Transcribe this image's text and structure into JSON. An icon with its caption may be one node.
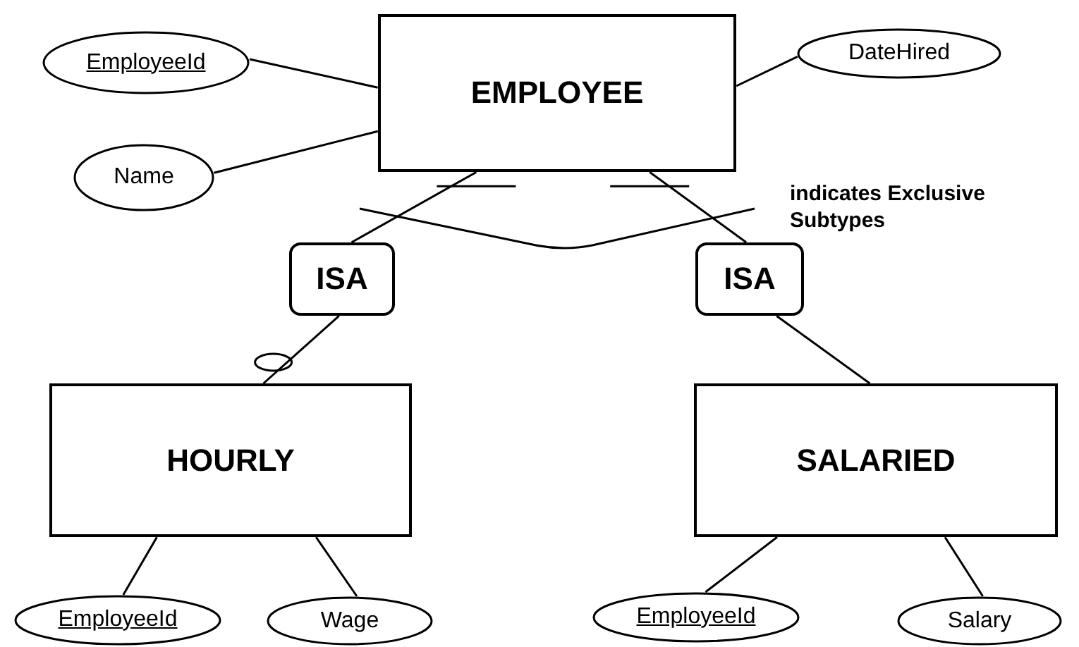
{
  "diagram": {
    "nodes": [
      {
        "text": [
          "EMPLOYEE"
        ]
      },
      {
        "text": [
          "EmployeeId"
        ]
      },
      {
        "text": [
          "DateHired"
        ]
      },
      {
        "text": [
          "Name"
        ]
      },
      {
        "text": [
          "ISA"
        ]
      },
      {
        "text": [
          "ISA"
        ]
      },
      {
        "text": [
          "HOURLY"
        ]
      },
      {
        "text": [
          "SALARIED"
        ]
      },
      {
        "text": [
          "EmployeeId"
        ]
      },
      {
        "text": [
          "Wage"
        ]
      },
      {
        "text": [
          "EmployeeId"
        ]
      },
      {
        "text": [
          "Salary"
        ]
      }
    ],
    "edges": [
      {
        "from": 0,
        "to": 4,
        "arrow": "other"
      },
      {
        "from": 0,
        "to": 5,
        "arrow": "other"
      },
      {
        "from": 4,
        "to": 6,
        "arrow": "other"
      },
      {
        "from": 5,
        "to": 7,
        "arrow": "none"
      },
      {
        "from": 1,
        "to": 0,
        "arrow": "none"
      },
      {
        "from": 3,
        "to": 0,
        "arrow": "none"
      },
      {
        "from": 2,
        "to": 0,
        "arrow": "none"
      },
      {
        "from": 6,
        "to": 8,
        "arrow": "none"
      },
      {
        "from": 6,
        "to": 9,
        "arrow": "none"
      },
      {
        "from": 7,
        "to": 10,
        "arrow": "none"
      },
      {
        "from": 7,
        "to": 11,
        "arrow": "none"
      }
    ],
    "labels": [
      "indicates Exclusive Subtypes"
    ]
  }
}
